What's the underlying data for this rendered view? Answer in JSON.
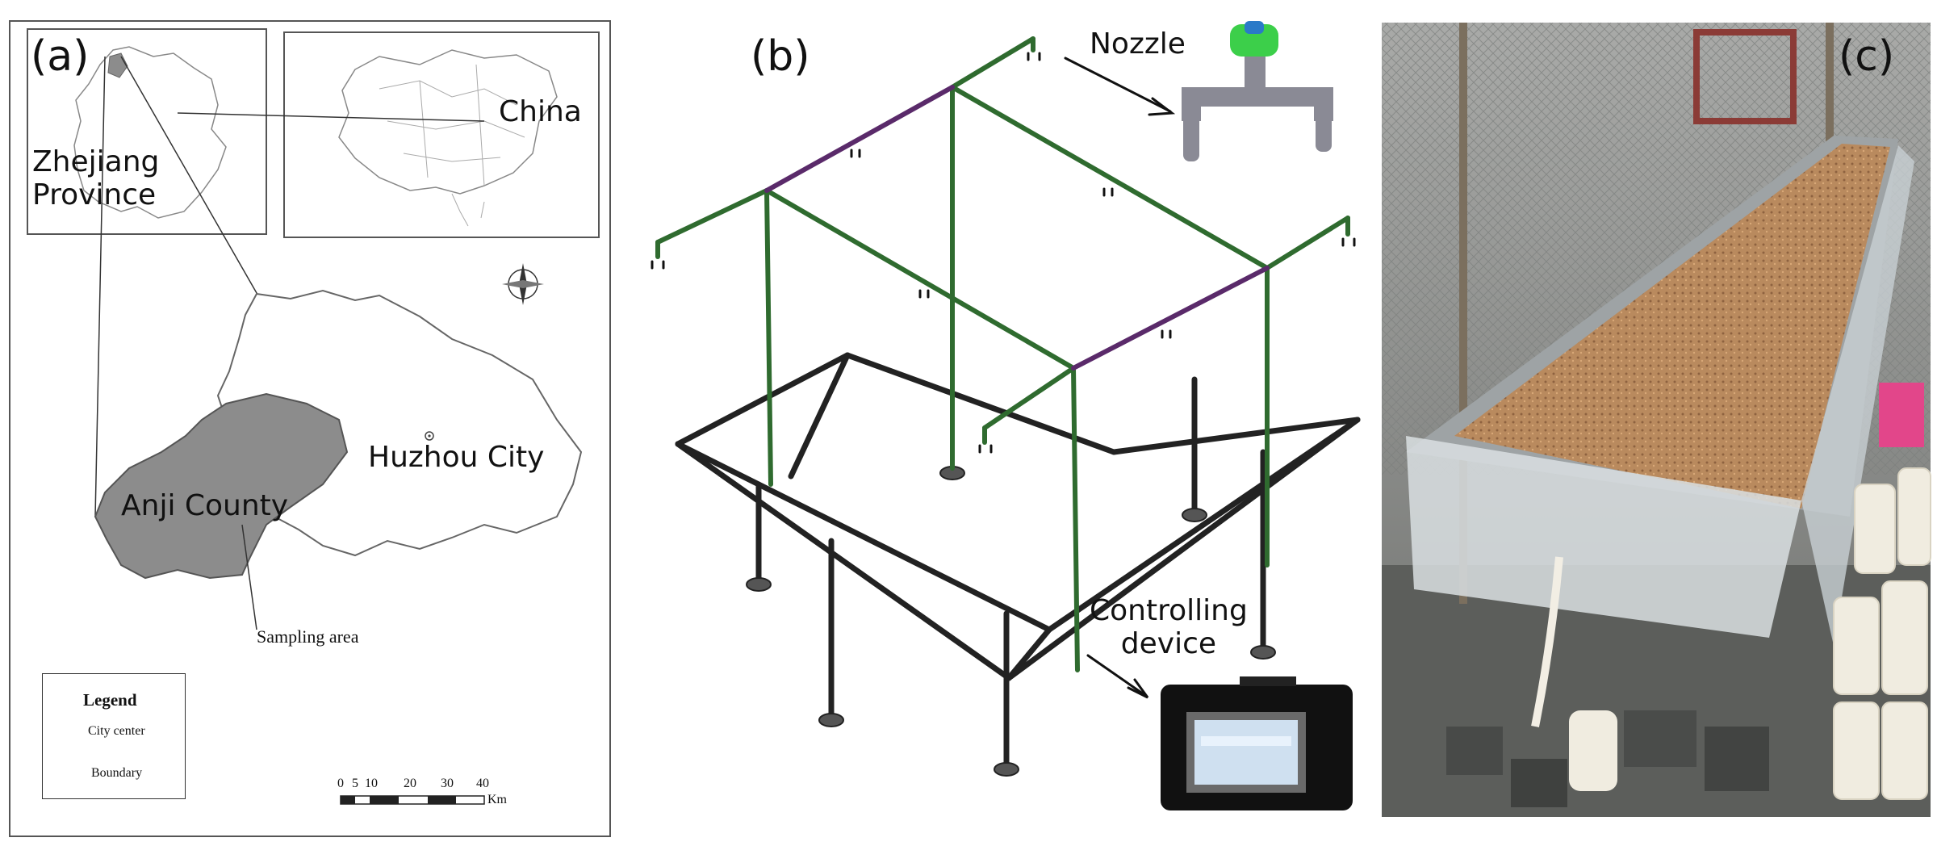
{
  "panel_a": {
    "label": "(a)",
    "inset_province": "Zhejiang\nProvince",
    "inset_country": "China",
    "city_label": "Huzhou City",
    "county_label": "Anji County",
    "sampling_label": "Sampling area",
    "legend": {
      "title": "Legend",
      "items": [
        "City center",
        "Boundary"
      ]
    },
    "scale": {
      "ticks": [
        "0",
        "5",
        "10",
        "20",
        "30",
        "40"
      ],
      "unit": "Km"
    },
    "colors": {
      "county_fill": "#8c8c8c",
      "boundary": "#555555"
    }
  },
  "panel_b": {
    "label": "(b)",
    "nozzle_label": "Nozzle",
    "device_label": "Controlling\ndevice",
    "colors": {
      "pipe_green": "#2f6b2f",
      "pipe_purple": "#5a2a6a",
      "frame": "#222222",
      "nozzle_grey": "#8a8a95",
      "nozzle_green": "#3ccf4a"
    }
  },
  "panel_c": {
    "label": "(c)",
    "colors": {
      "soil": "#b98a5e",
      "plastic": "#d9dfe2",
      "fence": "#8a8d8c",
      "jug": "#f0ece0",
      "bin": "#e2468a"
    }
  }
}
